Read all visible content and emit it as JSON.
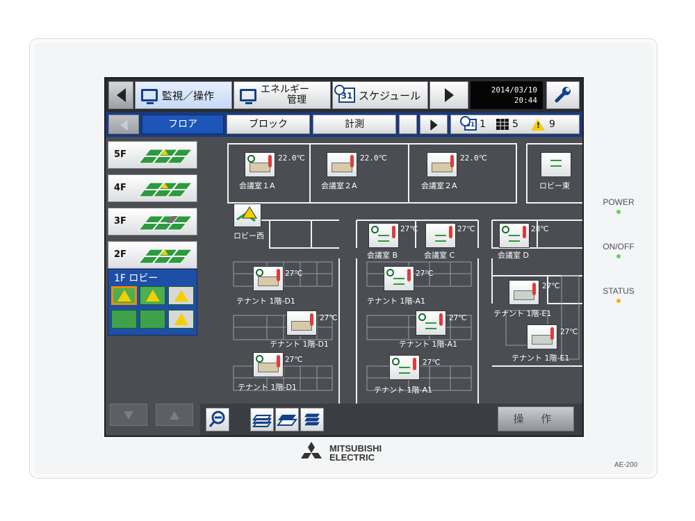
{
  "topbar": {
    "monitor_label": "監視／操作",
    "energy_label_line1": "エネルギー",
    "energy_label_line2": "管理",
    "schedule_label": "スケジュール",
    "calendar_day": "31",
    "date": "2014/03/10",
    "time": "20:44"
  },
  "tabs": {
    "floor": "フロア",
    "block": "ブロック",
    "measure": "計測"
  },
  "counts": {
    "schedule": "1",
    "grid": "5",
    "alarm": "9"
  },
  "floors": [
    {
      "label": "5F"
    },
    {
      "label": "4F"
    },
    {
      "label": "3F"
    },
    {
      "label": "2F"
    }
  ],
  "active_floor": {
    "label": "1F ロビー"
  },
  "map": {
    "units": [
      {
        "room": "会議室１A",
        "temp": "22.0℃"
      },
      {
        "room": "会議室２A",
        "temp": "22.0℃"
      },
      {
        "room": "会議室２A",
        "temp": "22.0℃"
      },
      {
        "room": "ロビー東"
      },
      {
        "room": "ロビー西"
      },
      {
        "room": "会議室 B",
        "temp": "27℃"
      },
      {
        "room": "会議室 C",
        "temp": "27℃"
      },
      {
        "room": "会議室 D",
        "temp": "28℃"
      },
      {
        "room": "テナント 1階-D1",
        "temp": "27℃"
      },
      {
        "room": "テナント 1階-A1",
        "temp": "27℃"
      },
      {
        "room": "テナント 1階-E1",
        "temp": "27℃"
      },
      {
        "room": "テナント 1階-D1",
        "temp": "27℃"
      },
      {
        "room": "テナント 1階-A1",
        "temp": "27℃"
      },
      {
        "room": "テナント 1階-E1",
        "temp": "27℃"
      },
      {
        "room": "テナント 1階-D1",
        "temp": "27℃"
      },
      {
        "room": "テナント 1階-A1",
        "temp": "27℃"
      }
    ]
  },
  "bottom": {
    "operate_label": "操 作"
  },
  "indicators": {
    "power": "POWER",
    "onoff": "ON/OFF",
    "status": "STATUS"
  },
  "brand": {
    "line1": "MITSUBISHI",
    "line2": "ELECTRIC",
    "model": "AE-200"
  },
  "colors": {
    "accent": "#1d56b8",
    "floor_green": "#3fa24a",
    "alarm_yellow": "#f2d000",
    "led_green": "#5fd35f",
    "led_amber": "#f0b400"
  }
}
